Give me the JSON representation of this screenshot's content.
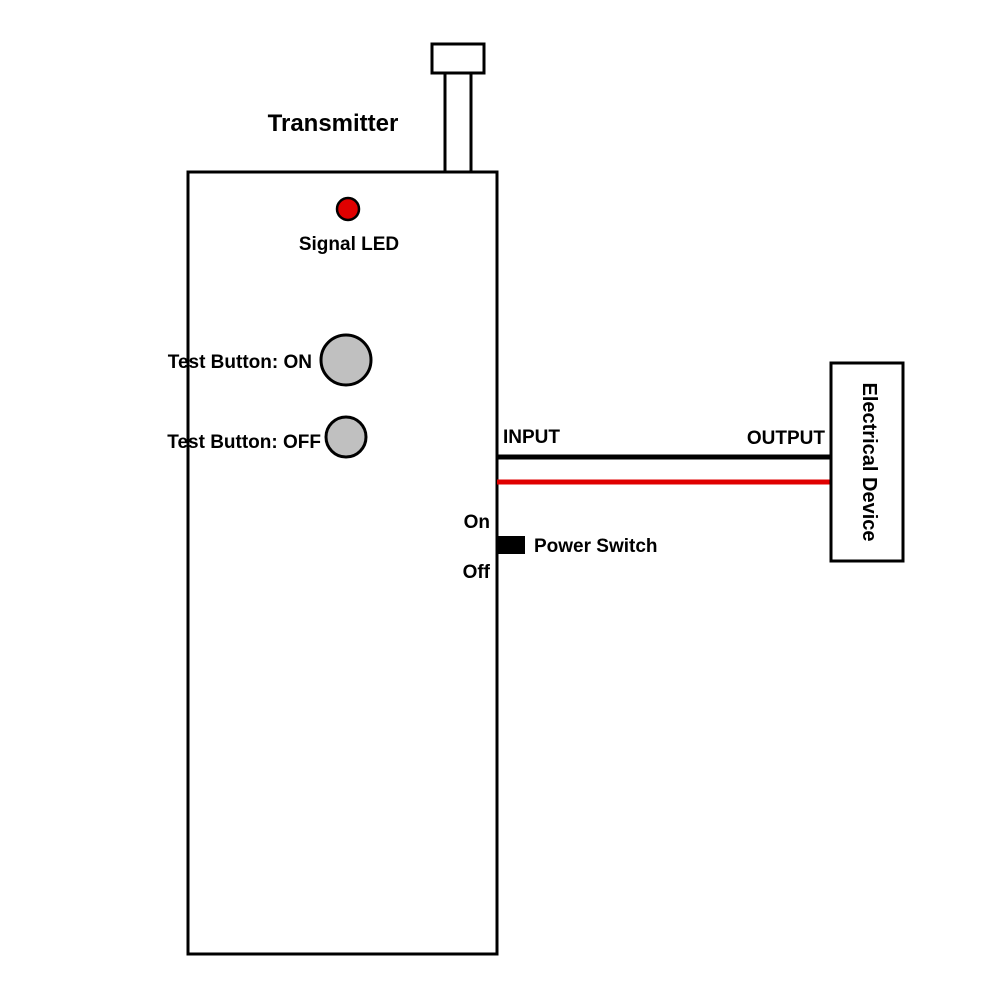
{
  "title": "Transmitter",
  "led": {
    "label": "Signal LED",
    "color": "#e00000"
  },
  "buttons": {
    "on_label": "Test Button: ON",
    "off_label": "Test Button: OFF",
    "fill": "#c0c0c0"
  },
  "power_switch": {
    "label": "Power Switch",
    "on_label": "On",
    "off_label": "Off"
  },
  "wires": {
    "input_label": "INPUT",
    "output_label": "OUTPUT",
    "colors": [
      "#000000",
      "#e00000"
    ]
  },
  "device": {
    "label": "Electrical Device"
  }
}
